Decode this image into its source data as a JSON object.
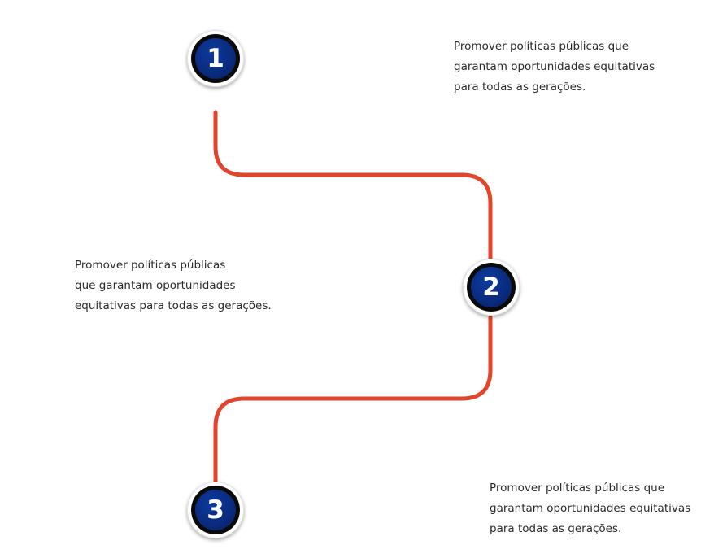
{
  "colors": {
    "path": "#e2452b",
    "node_fill": "#0a2a7d",
    "node_ring": "#0a0a0a",
    "text": "#2a2a2a"
  },
  "steps": [
    {
      "number": "1",
      "text": "Promover políticas públicas que\ngarantam oportunidades equitativas\npara todas as gerações."
    },
    {
      "number": "2",
      "text": "Promover políticas públicas\nque garantam oportunidades\nequitativas para todas as gerações."
    },
    {
      "number": "3",
      "text": "Promover políticas públicas que\ngarantam oportunidades equitativas\npara todas as gerações."
    }
  ]
}
